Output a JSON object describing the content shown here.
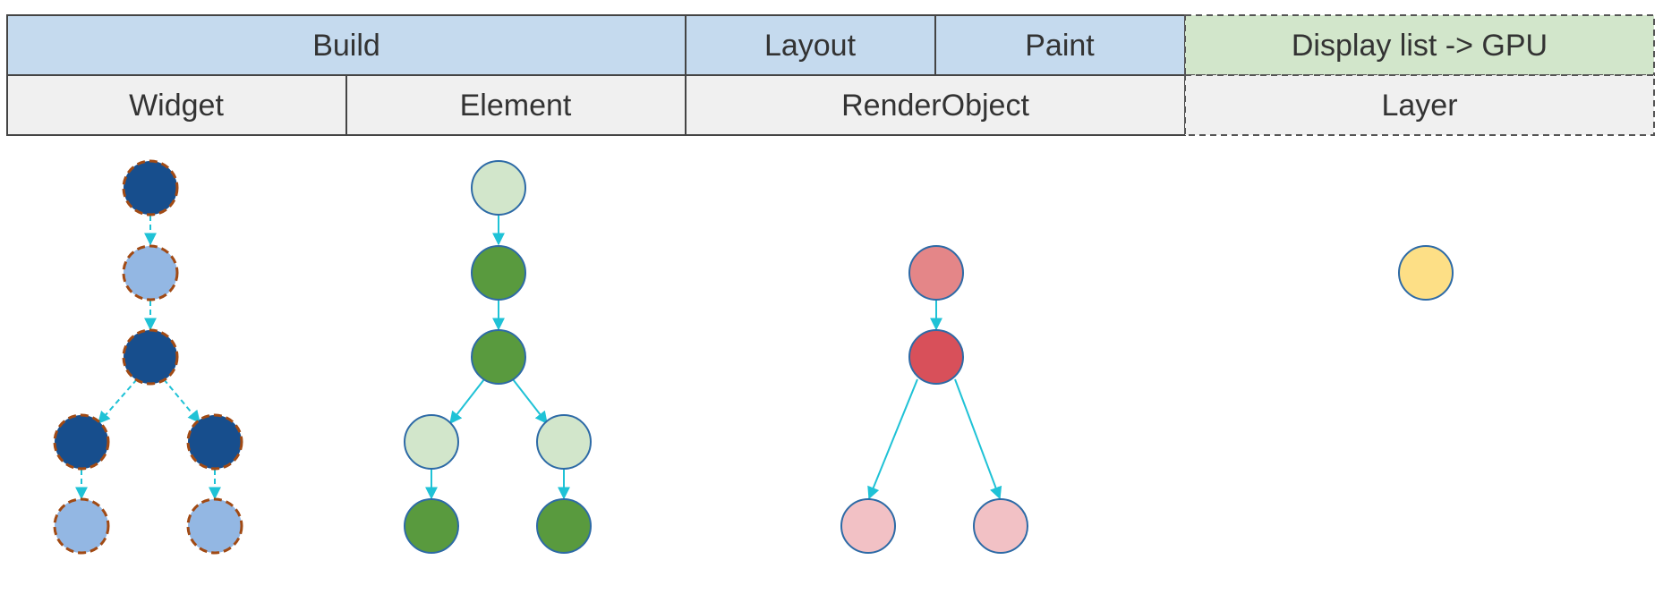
{
  "phases": {
    "build": "Build",
    "layout": "Layout",
    "paint": "Paint",
    "display": "Display list -> GPU"
  },
  "trees": {
    "widget": "Widget",
    "element": "Element",
    "render_object": "RenderObject",
    "layer": "Layer"
  },
  "colors": {
    "phase_fill": "#c5daee",
    "display_fill": "#d2e6cb",
    "tree_fill": "#f0f0f0",
    "widget_dark": "#174e8d",
    "widget_light": "#93b7e3",
    "widget_dash": "#a14a14",
    "element_light": "#d2e6cb",
    "element_dark": "#599a3e",
    "element_stroke": "#2d6aa6",
    "render_light_top": "#e48688",
    "render_dark": "#d8505a",
    "render_leaf": "#f2c1c5",
    "layer_fill": "#fddf86",
    "arrow": "#1fc2d6"
  }
}
